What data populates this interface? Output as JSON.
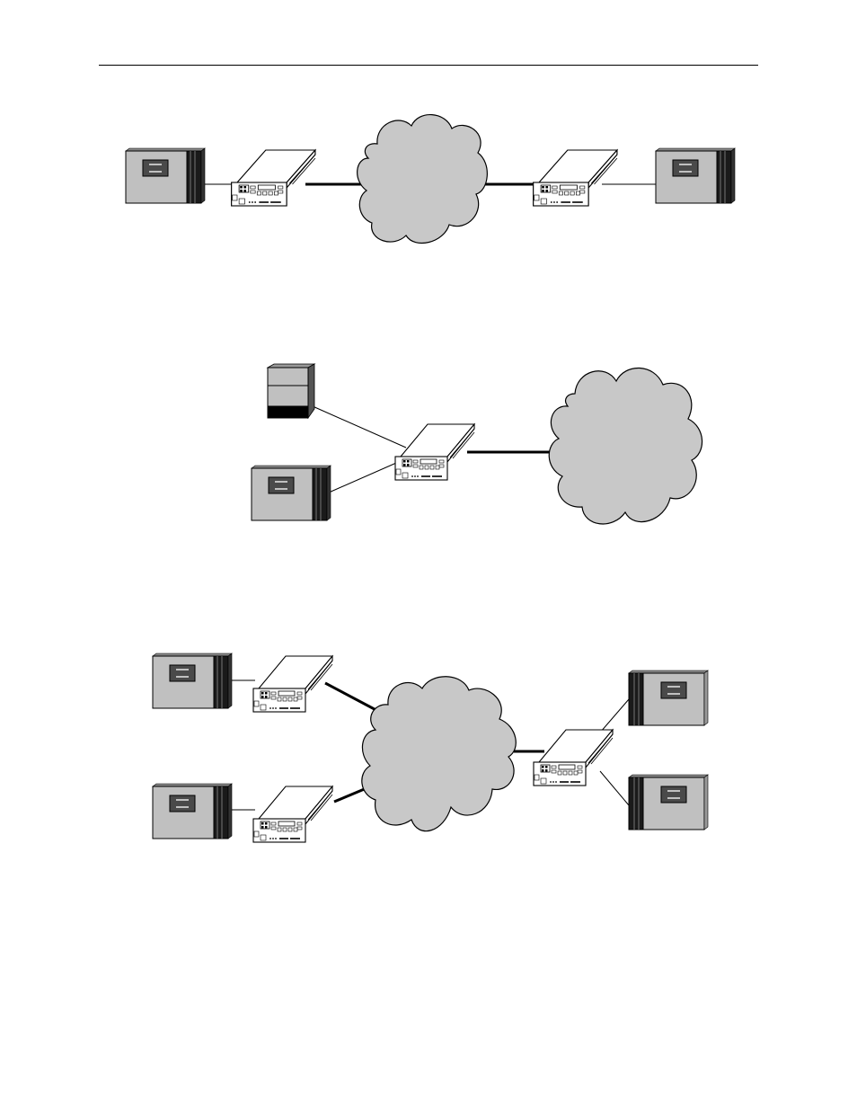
{
  "page": {
    "background": "#ffffff",
    "header_rule_color": "#000000"
  },
  "colors": {
    "cloud_fill": "#c8c8c8",
    "device_fill": "#c0c0c0",
    "device_side": "#1a1a1a",
    "panel": "#4a4a4a",
    "modem_fill": "#ffffff",
    "stroke": "#000000"
  },
  "icons": {
    "host": "mainframe-cabinet-icon",
    "tower": "tower-server-icon",
    "modem": "network-access-unit-icon",
    "cloud": "network-cloud-icon"
  },
  "diagrams": [
    {
      "name": "point-to-point",
      "hosts": 2,
      "access_units": 2,
      "clouds": 1
    },
    {
      "name": "shared-access-unit",
      "hosts": 2,
      "access_units": 1,
      "clouds": 1
    },
    {
      "name": "multipoint",
      "hosts": 4,
      "access_units": 3,
      "clouds": 1
    }
  ]
}
